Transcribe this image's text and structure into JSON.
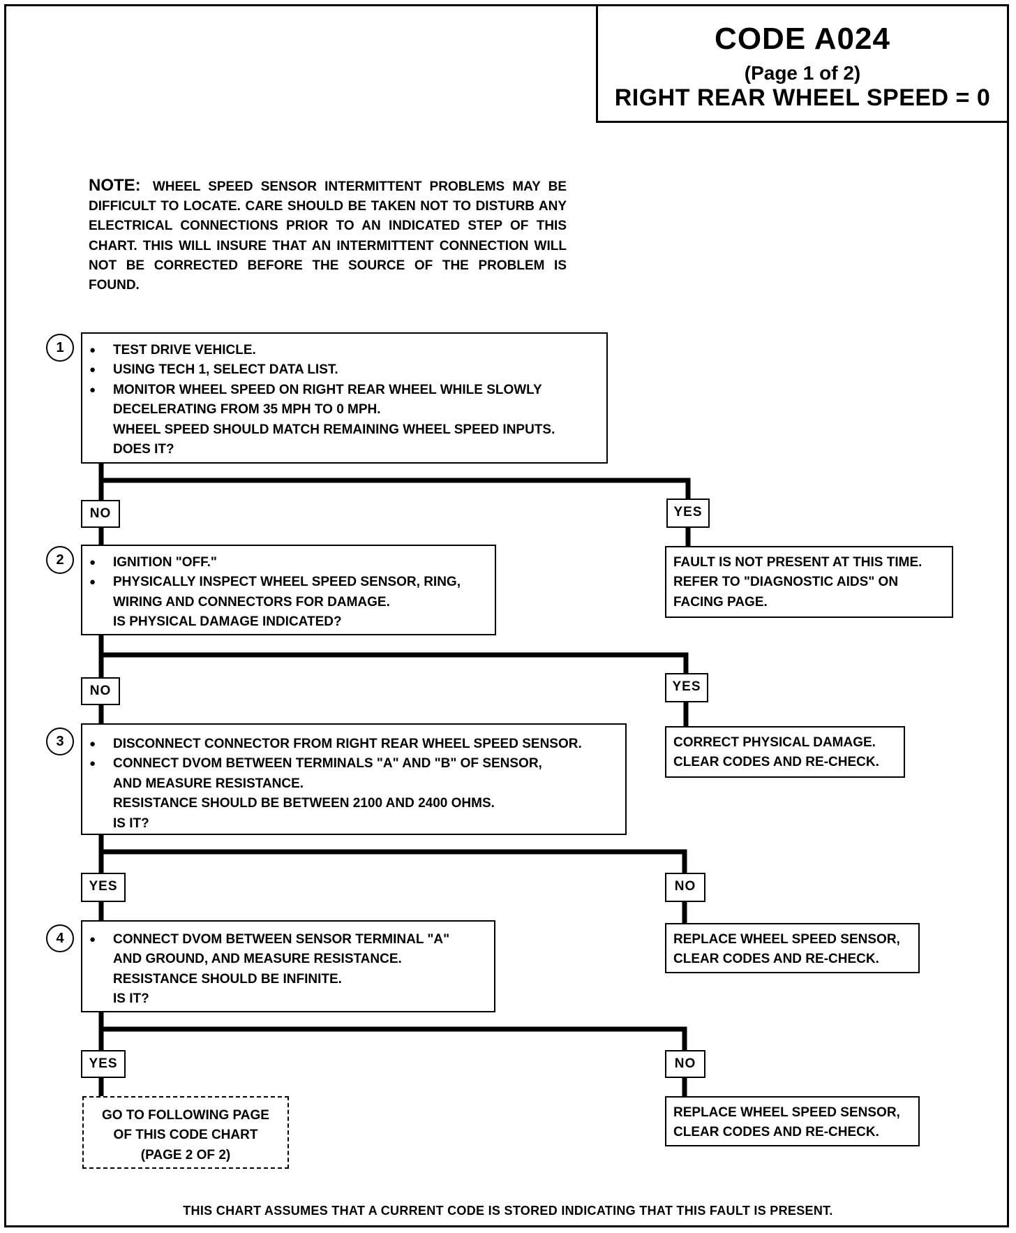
{
  "header": {
    "code": "CODE A024",
    "page": "(Page 1 of 2)",
    "subtitle": "RIGHT REAR WHEEL SPEED  =  0"
  },
  "note": {
    "label": "NOTE:",
    "text": "WHEEL SPEED SENSOR INTERMITTENT PROBLEMS MAY BE DIFFICULT TO LOCATE.  CARE SHOULD BE TAKEN NOT TO DISTURB ANY ELECTRICAL CONNECTIONS PRIOR TO AN INDICATED STEP OF THIS CHART.  THIS WILL INSURE THAT AN INTERMITTENT CONNECTION WILL NOT BE CORRECTED BEFORE THE SOURCE OF THE PROBLEM IS FOUND."
  },
  "steps": [
    {
      "number": "1",
      "bullets": [
        "TEST DRIVE VEHICLE.",
        "USING TECH 1, SELECT DATA LIST.",
        "MONITOR WHEEL SPEED ON RIGHT REAR WHEEL WHILE SLOWLY"
      ],
      "continuation": [
        "DECELERATING FROM 35 MPH TO 0 MPH.",
        "WHEEL SPEED SHOULD MATCH REMAINING WHEEL SPEED INPUTS.",
        "DOES IT?"
      ],
      "left_label": "NO",
      "right_label": "YES",
      "right_result": [
        "FAULT IS NOT PRESENT AT THIS TIME.",
        "REFER TO \"DIAGNOSTIC AIDS\" ON",
        "FACING PAGE."
      ]
    },
    {
      "number": "2",
      "bullets": [
        "IGNITION \"OFF.\"",
        "PHYSICALLY INSPECT WHEEL SPEED SENSOR, RING,"
      ],
      "continuation": [
        "WIRING AND CONNECTORS FOR DAMAGE.",
        "IS PHYSICAL DAMAGE INDICATED?"
      ],
      "left_label": "NO",
      "right_label": "YES",
      "right_result": [
        "CORRECT PHYSICAL DAMAGE.",
        "CLEAR CODES AND RE-CHECK."
      ]
    },
    {
      "number": "3",
      "bullets": [
        "DISCONNECT CONNECTOR FROM RIGHT REAR WHEEL SPEED SENSOR.",
        "CONNECT DVOM BETWEEN TERMINALS \"A\" AND \"B\" OF SENSOR,"
      ],
      "continuation": [
        "AND MEASURE RESISTANCE.",
        "RESISTANCE SHOULD BE BETWEEN 2100 AND 2400 OHMS.",
        "IS IT?"
      ],
      "left_label": "YES",
      "right_label": "NO",
      "right_result": [
        "REPLACE WHEEL SPEED SENSOR,",
        "CLEAR CODES AND RE-CHECK."
      ]
    },
    {
      "number": "4",
      "bullets": [
        "CONNECT DVOM BETWEEN SENSOR TERMINAL \"A\""
      ],
      "continuation": [
        "AND GROUND, AND MEASURE RESISTANCE.",
        "RESISTANCE SHOULD BE INFINITE.",
        "IS IT?"
      ],
      "left_label": "YES",
      "right_label": "NO",
      "right_result": [
        "REPLACE WHEEL SPEED SENSOR,",
        "CLEAR CODES AND RE-CHECK."
      ]
    }
  ],
  "goto": [
    "GO TO FOLLOWING PAGE",
    "OF THIS CODE CHART",
    "(PAGE 2 OF 2)"
  ],
  "footer": "THIS CHART ASSUMES THAT A CURRENT CODE IS STORED INDICATING THAT THIS FAULT IS PRESENT."
}
